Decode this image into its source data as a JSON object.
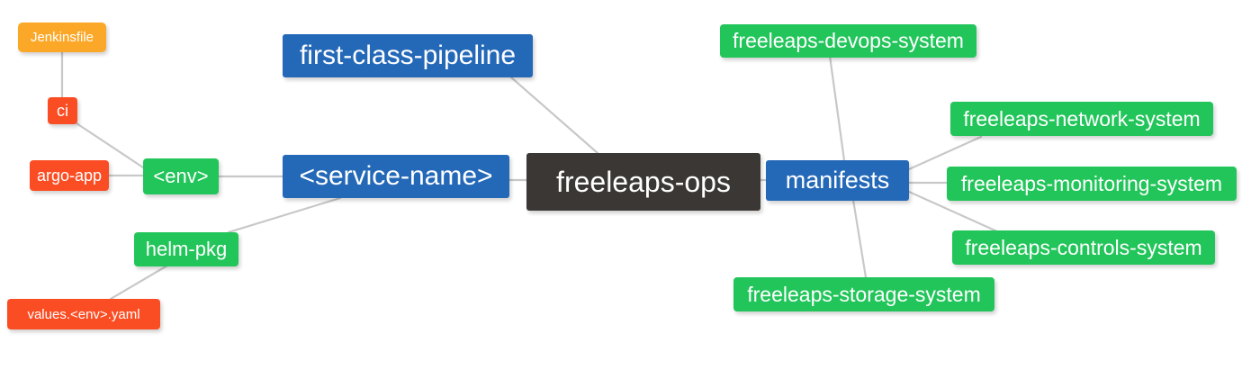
{
  "diagram": {
    "type": "mindmap",
    "title": "freeleaps-ops",
    "background_color": "#ffffff",
    "edge_color": "#c8c8c8",
    "palette": {
      "root": "#3B3734",
      "blue": "#2468B8",
      "green": "#22C55A",
      "orange_red": "#FB4D23",
      "amber": "#FBA828",
      "text": "#ffffff"
    }
  },
  "nodes": [
    {
      "id": "root",
      "label": "freeleaps-ops",
      "color": "#3B3734",
      "level": "root"
    },
    {
      "id": "first-class",
      "label": "first-class-pipeline",
      "color": "#2468B8",
      "level": "1"
    },
    {
      "id": "service-name",
      "label": "<service-name>",
      "color": "#2468B8",
      "level": "1"
    },
    {
      "id": "manifests",
      "label": "manifests",
      "color": "#2468B8",
      "level": "1"
    },
    {
      "id": "env",
      "label": "<env>",
      "color": "#22C55A",
      "level": "2"
    },
    {
      "id": "helm-pkg",
      "label": "helm-pkg",
      "color": "#22C55A",
      "level": "2"
    },
    {
      "id": "devops-system",
      "label": "freeleaps-devops-system",
      "color": "#22C55A",
      "level": "2"
    },
    {
      "id": "network-system",
      "label": "freeleaps-network-system",
      "color": "#22C55A",
      "level": "2"
    },
    {
      "id": "monitoring-sys",
      "label": "freeleaps-monitoring-system",
      "color": "#22C55A",
      "level": "2"
    },
    {
      "id": "controls-system",
      "label": "freeleaps-controls-system",
      "color": "#22C55A",
      "level": "2"
    },
    {
      "id": "storage-system",
      "label": "freeleaps-storage-system",
      "color": "#22C55A",
      "level": "2"
    },
    {
      "id": "ci",
      "label": "ci",
      "color": "#FB4D23",
      "level": "3"
    },
    {
      "id": "argo-app",
      "label": "argo-app",
      "color": "#FB4D23",
      "level": "3"
    },
    {
      "id": "values-yaml",
      "label": "values.<env>.yaml",
      "color": "#FB4D23",
      "level": "3"
    },
    {
      "id": "jenkinsfile",
      "label": "Jenkinsfile",
      "color": "#FBA828",
      "level": "3"
    }
  ],
  "edges": [
    {
      "from": "jenkinsfile",
      "to": "ci"
    },
    {
      "from": "ci",
      "to": "env"
    },
    {
      "from": "argo-app",
      "to": "env"
    },
    {
      "from": "env",
      "to": "service-name"
    },
    {
      "from": "values-yaml",
      "to": "helm-pkg"
    },
    {
      "from": "helm-pkg",
      "to": "service-name"
    },
    {
      "from": "service-name",
      "to": "root"
    },
    {
      "from": "first-class",
      "to": "root"
    },
    {
      "from": "root",
      "to": "manifests"
    },
    {
      "from": "manifests",
      "to": "devops-system"
    },
    {
      "from": "manifests",
      "to": "network-system"
    },
    {
      "from": "manifests",
      "to": "monitoring-sys"
    },
    {
      "from": "manifests",
      "to": "controls-system"
    },
    {
      "from": "manifests",
      "to": "storage-system"
    }
  ]
}
